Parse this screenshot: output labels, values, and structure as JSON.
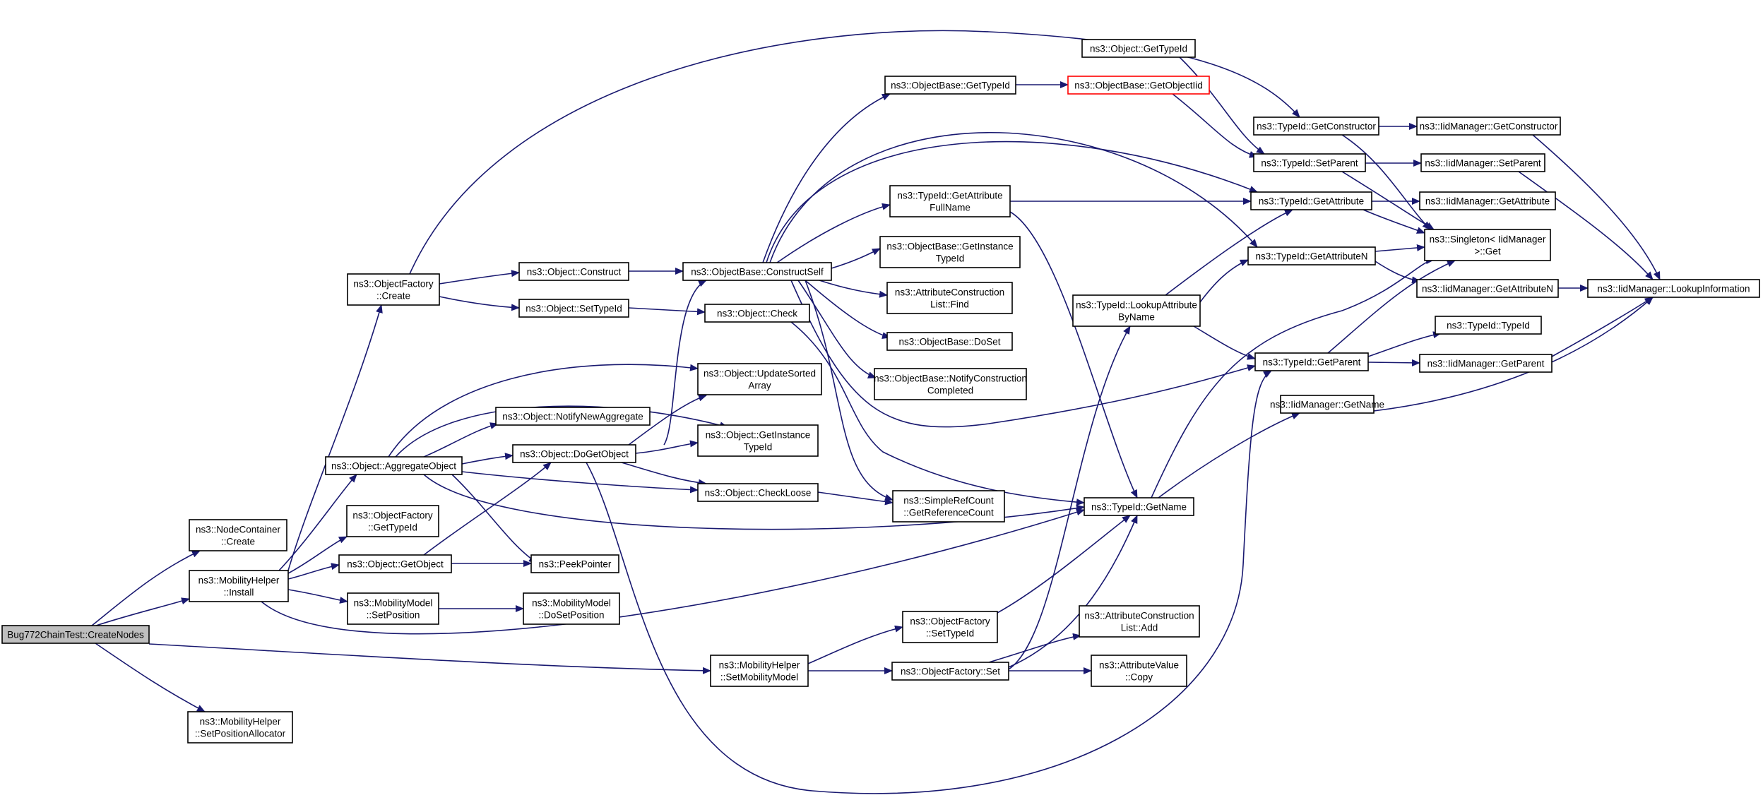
{
  "graph": {
    "edge_color": "#191970",
    "root_fill": "#bfbfbf",
    "highlight_border": "#ff0000",
    "nodes": [
      {
        "id": "root",
        "lines": [
          "Bug772ChainTest::CreateNodes"
        ],
        "style": "root"
      },
      {
        "id": "nodecont",
        "lines": [
          "ns3::NodeContainer",
          "::Create"
        ]
      },
      {
        "id": "mhinstall",
        "lines": [
          "ns3::MobilityHelper",
          "::Install"
        ]
      },
      {
        "id": "mhsetpa",
        "lines": [
          "ns3::MobilityHelper",
          "::SetPositionAllocator"
        ]
      },
      {
        "id": "mhsetmm",
        "lines": [
          "ns3::MobilityHelper",
          "::SetMobilityModel"
        ]
      },
      {
        "id": "ofcreate",
        "lines": [
          "ns3::ObjectFactory",
          "::Create"
        ]
      },
      {
        "id": "aggobj",
        "lines": [
          "ns3::Object::AggregateObject"
        ]
      },
      {
        "id": "ofgettid",
        "lines": [
          "ns3::ObjectFactory",
          "::GetTypeId"
        ]
      },
      {
        "id": "objgetobj",
        "lines": [
          "ns3::Object::GetObject"
        ]
      },
      {
        "id": "mmsetpos",
        "lines": [
          "ns3::MobilityModel",
          "::SetPosition"
        ]
      },
      {
        "id": "mmdosetpos",
        "lines": [
          "ns3::MobilityModel",
          "::DoSetPosition"
        ]
      },
      {
        "id": "objconstruct",
        "lines": [
          "ns3::Object::Construct"
        ]
      },
      {
        "id": "objsettid",
        "lines": [
          "ns3::Object::SetTypeId"
        ]
      },
      {
        "id": "objnotify",
        "lines": [
          "ns3::Object::NotifyNewAggregate"
        ]
      },
      {
        "id": "objdoget",
        "lines": [
          "ns3::Object::DoGetObject"
        ]
      },
      {
        "id": "peek",
        "lines": [
          "ns3::PeekPointer"
        ]
      },
      {
        "id": "obconstructself",
        "lines": [
          "ns3::ObjectBase::ConstructSelf"
        ]
      },
      {
        "id": "objcheck",
        "lines": [
          "ns3::Object::Check"
        ]
      },
      {
        "id": "objupdsorted",
        "lines": [
          "ns3::Object::UpdateSorted",
          "Array"
        ]
      },
      {
        "id": "objgetinst",
        "lines": [
          "ns3::Object::GetInstance",
          "TypeId"
        ]
      },
      {
        "id": "objcheckloose",
        "lines": [
          "ns3::Object::CheckLoose"
        ]
      },
      {
        "id": "obgettid",
        "lines": [
          "ns3::ObjectBase::GetTypeId"
        ]
      },
      {
        "id": "tidgetattrfull",
        "lines": [
          "ns3::TypeId::GetAttribute",
          "FullName"
        ]
      },
      {
        "id": "obgetinst",
        "lines": [
          "ns3::ObjectBase::GetInstance",
          "TypeId"
        ]
      },
      {
        "id": "acfind",
        "lines": [
          "ns3::AttributeConstruction",
          "List::Find"
        ]
      },
      {
        "id": "obdoset",
        "lines": [
          "ns3::ObjectBase::DoSet"
        ]
      },
      {
        "id": "obnotify",
        "lines": [
          "ns3::ObjectBase::NotifyConstruction",
          "Completed"
        ]
      },
      {
        "id": "srcgetref",
        "lines": [
          "ns3::SimpleRefCount",
          "::GetReferenceCount"
        ]
      },
      {
        "id": "ofsettid",
        "lines": [
          "ns3::ObjectFactory",
          "::SetTypeId"
        ]
      },
      {
        "id": "ofset",
        "lines": [
          "ns3::ObjectFactory::Set"
        ]
      },
      {
        "id": "objgettid",
        "lines": [
          "ns3::Object::GetTypeId"
        ]
      },
      {
        "id": "obgetobjiid",
        "lines": [
          "ns3::ObjectBase::GetObjectIid"
        ],
        "style": "red"
      },
      {
        "id": "tidlookup",
        "lines": [
          "ns3::TypeId::LookupAttribute",
          "ByName"
        ]
      },
      {
        "id": "tidgetname",
        "lines": [
          "ns3::TypeId::GetName"
        ]
      },
      {
        "id": "acadd",
        "lines": [
          "ns3::AttributeConstruction",
          "List::Add"
        ]
      },
      {
        "id": "avcopy",
        "lines": [
          "ns3::AttributeValue",
          "::Copy"
        ]
      },
      {
        "id": "tidgetctor",
        "lines": [
          "ns3::TypeId::GetConstructor"
        ]
      },
      {
        "id": "tidsetparent",
        "lines": [
          "ns3::TypeId::SetParent"
        ]
      },
      {
        "id": "tidgetattr",
        "lines": [
          "ns3::TypeId::GetAttribute"
        ]
      },
      {
        "id": "tidgetattrn",
        "lines": [
          "ns3::TypeId::GetAttributeN"
        ]
      },
      {
        "id": "tidgetparent",
        "lines": [
          "ns3::TypeId::GetParent"
        ]
      },
      {
        "id": "iidgetname",
        "lines": [
          "ns3::IidManager::GetName"
        ]
      },
      {
        "id": "iidgetctor",
        "lines": [
          "ns3::IidManager::GetConstructor"
        ]
      },
      {
        "id": "iidsetparent",
        "lines": [
          "ns3::IidManager::SetParent"
        ]
      },
      {
        "id": "iidgetattr",
        "lines": [
          "ns3::IidManager::GetAttribute"
        ]
      },
      {
        "id": "singleton",
        "lines": [
          "ns3::Singleton< IidManager",
          " >::Get"
        ]
      },
      {
        "id": "iidgetattrn",
        "lines": [
          "ns3::IidManager::GetAttributeN"
        ]
      },
      {
        "id": "tidtypeid",
        "lines": [
          "ns3::TypeId::TypeId"
        ]
      },
      {
        "id": "iidgetparent",
        "lines": [
          "ns3::IidManager::GetParent"
        ]
      },
      {
        "id": "iidlookup",
        "lines": [
          "ns3::IidManager::LookupInformation"
        ]
      }
    ]
  }
}
